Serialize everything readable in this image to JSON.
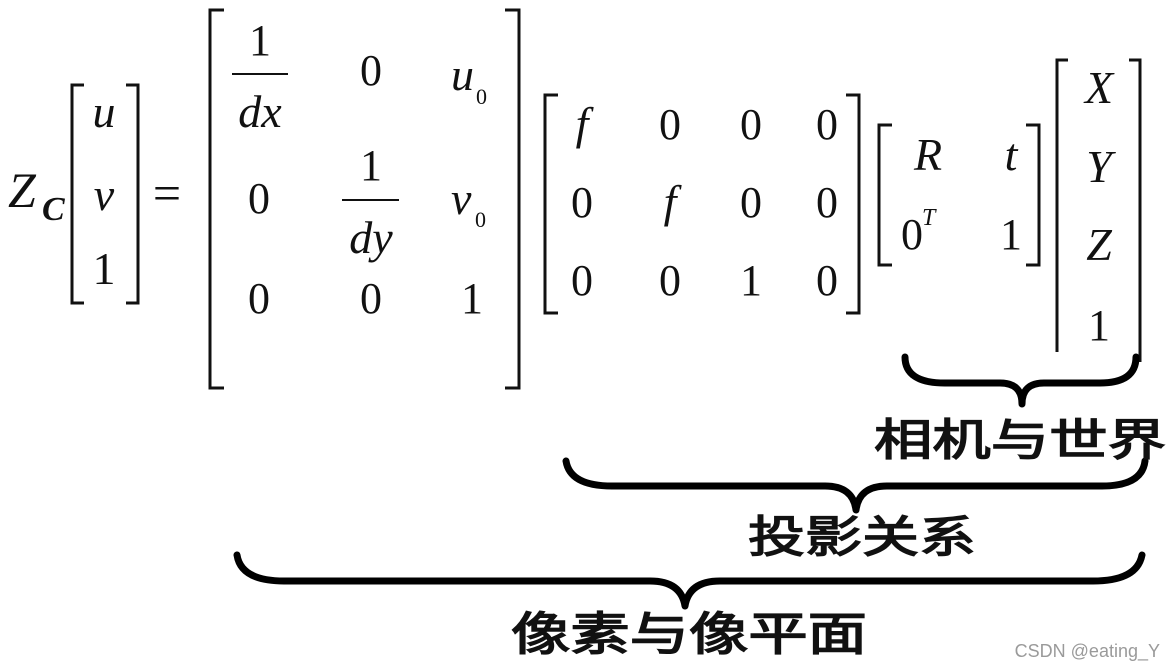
{
  "equation": {
    "lhs_factor": "Z",
    "lhs_subscript": "C",
    "equals": "=",
    "pixel_vector": [
      "u",
      "v",
      "1"
    ],
    "intrinsic": {
      "r1c1_num": "1",
      "r1c1_den": "dx",
      "r1c2": "0",
      "r1c3_base": "u",
      "r1c3_sub": "0",
      "r2c1": "0",
      "r2c2_num": "1",
      "r2c2_den": "dy",
      "r2c3_base": "v",
      "r2c3_sub": "0",
      "r3c1": "0",
      "r3c2": "0",
      "r3c3": "1"
    },
    "projection": [
      [
        "f",
        "0",
        "0",
        "0"
      ],
      [
        "0",
        "f",
        "0",
        "0"
      ],
      [
        "0",
        "0",
        "1",
        "0"
      ]
    ],
    "extrinsic": {
      "r1c1": "R",
      "r1c2": "t",
      "r2c1_base": "0",
      "r2c1_sup": "T",
      "r2c2": "1"
    },
    "world_vector": [
      "X",
      "Y",
      "Z",
      "1"
    ]
  },
  "annotations": {
    "camera_world": "相机与世界",
    "projection_relation": "投影关系",
    "pixel_image_plane": "像素与像平面"
  },
  "watermark": "CSDN @eating_Y"
}
